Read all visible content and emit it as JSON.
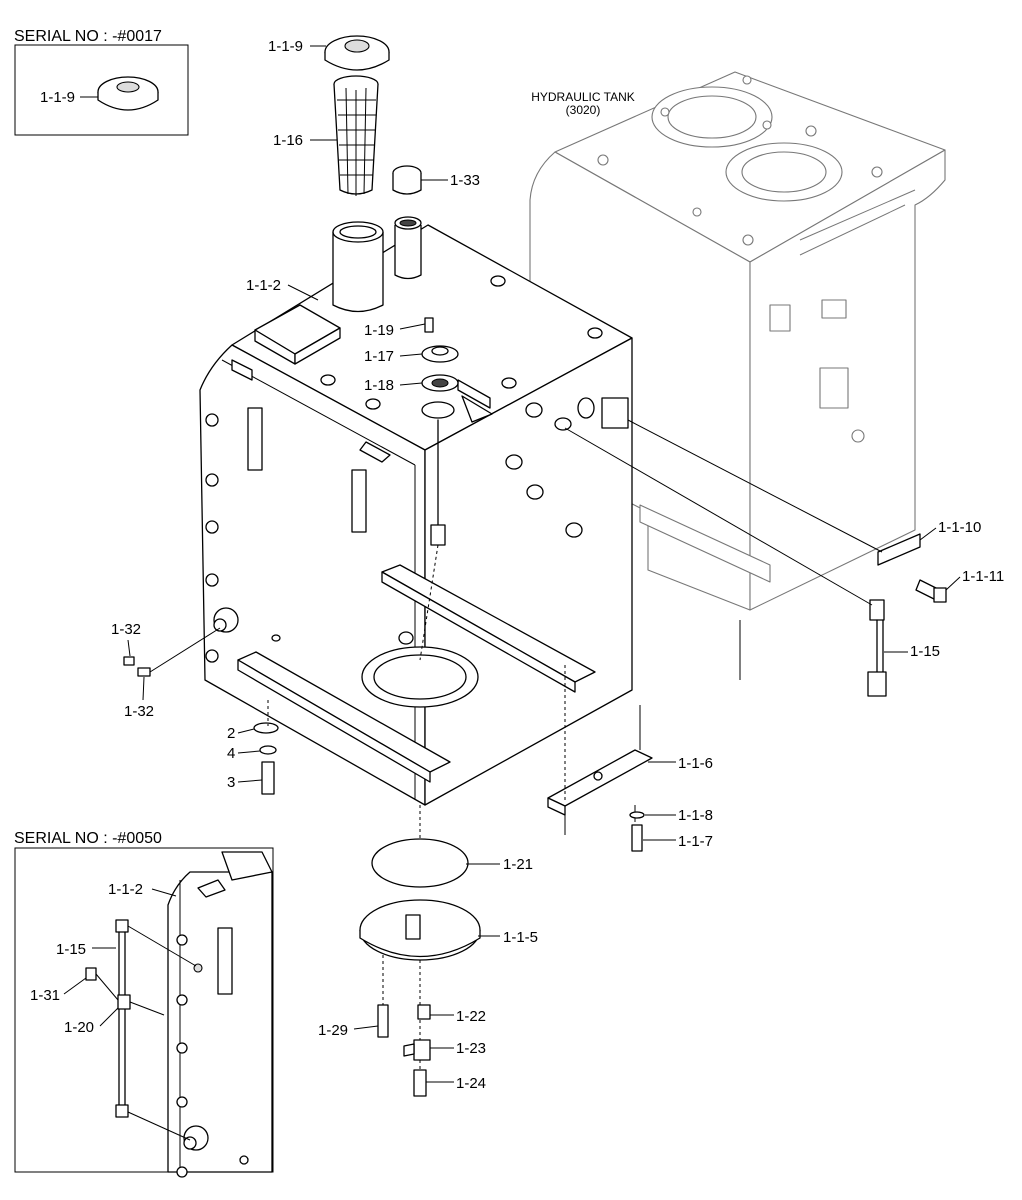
{
  "insets": {
    "top": {
      "serial": "SERIAL NO : -#0017",
      "part": "1-1-9"
    },
    "bottom": {
      "serial": "SERIAL NO : -#0050",
      "parts": [
        "1-1-2",
        "1-15",
        "1-31",
        "1-20"
      ]
    }
  },
  "hydraulic_tank": {
    "name": "HYDRAULIC TANK",
    "code": "(3020)"
  },
  "parts": {
    "p_1_1_9": "1-1-9",
    "p_1_16": "1-16",
    "p_1_33": "1-33",
    "p_1_1_2": "1-1-2",
    "p_1_19": "1-19",
    "p_1_17": "1-17",
    "p_1_18": "1-18",
    "p_1_1_10": "1-1-10",
    "p_1_1_11": "1-1-11",
    "p_1_15": "1-15",
    "p_1_32a": "1-32",
    "p_1_32b": "1-32",
    "p_2": "2",
    "p_4": "4",
    "p_3": "3",
    "p_1_1_6": "1-1-6",
    "p_1_1_8": "1-1-8",
    "p_1_1_7": "1-1-7",
    "p_1_21": "1-21",
    "p_1_1_5": "1-1-5",
    "p_1_22": "1-22",
    "p_1_29": "1-29",
    "p_1_23": "1-23",
    "p_1_24": "1-24"
  },
  "colors": {
    "line": "#000000",
    "ghost": "#777777",
    "background": "#ffffff"
  }
}
